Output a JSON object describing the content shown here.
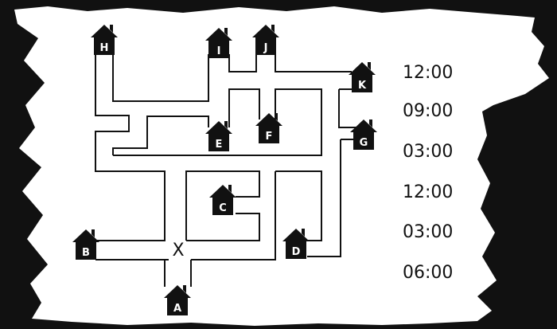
{
  "colors": {
    "ink": "#111111",
    "paper": "#ffffff",
    "house_label": "#ffffff"
  },
  "start_marker": "X",
  "houses": {
    "A": "A",
    "B": "B",
    "C": "C",
    "D": "D",
    "E": "E",
    "F": "F",
    "G": "G",
    "H": "H",
    "I": "I",
    "J": "J",
    "K": "K"
  },
  "times": [
    "12:00",
    "09:00",
    "03:00",
    "12:00",
    "03:00",
    "06:00"
  ]
}
